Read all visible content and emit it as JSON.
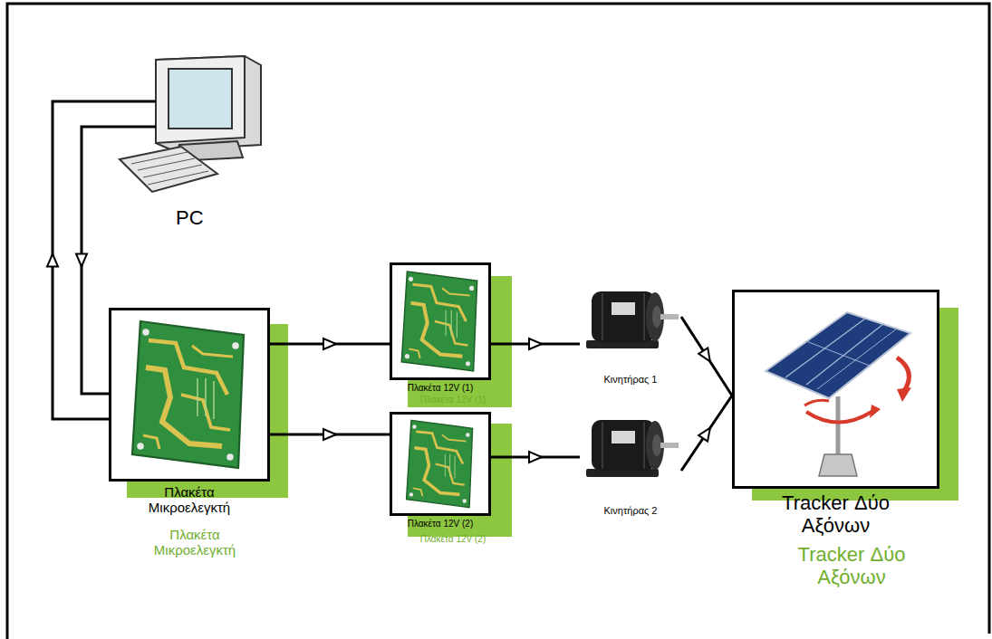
{
  "diagram": {
    "nodes": [
      {
        "text": [
          "PC"
        ]
      },
      {
        "text": [
          "Πλακέτα Μικροελεγκτή"
        ]
      },
      {
        "text": [
          "Πλακέτα 12V (1)"
        ]
      },
      {
        "text": [
          "Πλακέτα 12V (2)"
        ]
      },
      {
        "text": [
          "Κινητήρας 1"
        ]
      },
      {
        "text": [
          "Κινητήρας 2"
        ]
      },
      {
        "text": [
          "Tracker Δύο Αξόνων"
        ]
      }
    ],
    "edges": [
      {
        "from": 0,
        "to": 1,
        "arrow": "to"
      },
      {
        "from": 1,
        "to": 0,
        "arrow": "to"
      },
      {
        "from": 1,
        "to": 2,
        "arrow": "to"
      },
      {
        "from": 1,
        "to": 3,
        "arrow": "to"
      },
      {
        "from": 2,
        "to": 4,
        "arrow": "to"
      },
      {
        "from": 3,
        "to": 5,
        "arrow": "to"
      },
      {
        "from": 4,
        "to": 6,
        "arrow": "to"
      },
      {
        "from": 5,
        "to": 6,
        "arrow": "to"
      }
    ],
    "labels": [
      "Πλακέτα Μικροελεγκτή",
      "Πλακέτα 12V (1)",
      "Πλακέτα 12V (2)",
      "Tracker Δύο Αξόνων"
    ]
  }
}
